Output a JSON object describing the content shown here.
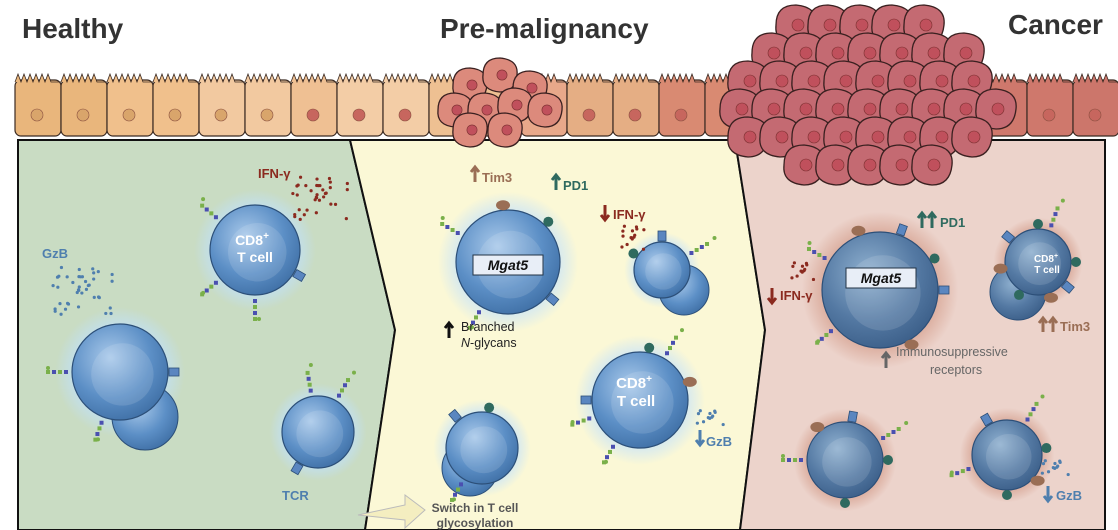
{
  "stages": {
    "healthy": "Healthy",
    "premalignancy": "Pre-malignancy",
    "cancer": "Cancer"
  },
  "healthy": {
    "ifng": "IFN-γ",
    "gzb": "GzB",
    "cd8_line1": "CD8",
    "cd8_sup": "+",
    "cd8_line2": "T cell",
    "tcr": "TCR"
  },
  "premalignancy": {
    "tim3": "Tim3",
    "pd1": "PD1",
    "ifng": "IFN-γ",
    "mgat5": "Mgat5",
    "branched_line1": "Branched",
    "branched_n": "N",
    "branched_line2": "-glycans",
    "cd8_line1": "CD8",
    "cd8_sup": "+",
    "cd8_line2": "T cell",
    "gzb": "GzB",
    "switch_line1": "Switch in T cell",
    "switch_line2": "glycosylation"
  },
  "cancer": {
    "pd1": "PD1",
    "ifng": "IFN-γ",
    "mgat5": "Mgat5",
    "cd8_line1": "CD8",
    "cd8_sup": "+",
    "cd8_line2": "T cell",
    "tim3": "Tim3",
    "immuno_line1": "Immunosuppressive",
    "immuno_line2": "receptors",
    "gzb": "GzB"
  },
  "colors": {
    "healthy_bg": "#c9dcc3",
    "premalignancy_bg": "#fbf8d6",
    "cancer_bg": "#ecd3cb",
    "ifng": "#8b2a1f",
    "gzb": "#4f7fae",
    "pd1": "#2f6a5f",
    "tim3": "#9a6e55",
    "cell": "#4f86c0"
  }
}
